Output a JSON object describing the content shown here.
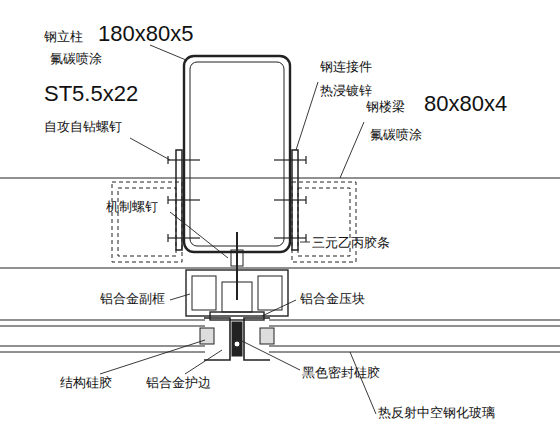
{
  "diagram": {
    "labels": [
      "钢立柱",
      "180x80x5",
      "氟碳喷涂",
      "ST5.5x22",
      "自攻自钻螺钉",
      "钢连接件",
      "热浸镀锌",
      "钢楼梁",
      "80x80x4",
      "氟碳喷涂",
      "机制螺钉",
      "三元乙丙胶条",
      "铝合金副框",
      "铝合金压块",
      "结构硅胶",
      "铝合金护边",
      "黑色密封硅胶",
      "热反射中空钢化玻璃"
    ]
  }
}
